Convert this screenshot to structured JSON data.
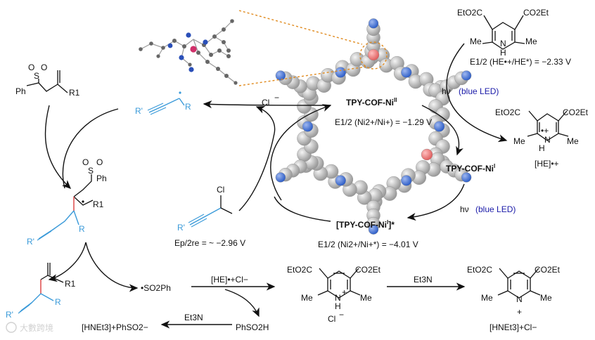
{
  "annotations": {
    "he_potential": "E1/2 (HE•+/HE*) = −2.33 V",
    "hv_top": "hν",
    "blue_led_top": "(blue LED)",
    "hv_bottom": "hν",
    "blue_led_bottom": "(blue LED)",
    "cof_ni2": "TPY-COF-Ni",
    "cof_ni2_sup": "II",
    "ni2_potential": "E1/2 (Ni2+/Ni+) = −1.29 V",
    "cof_ni1": "TPY-COF-Ni",
    "cof_ni1_sup": "I",
    "cof_ni1_excited": "[TPY-COF-Ni",
    "cof_ni1_excited_sup": "I",
    "cof_ni1_excited_tail": "]*",
    "ni_excited_potential": "E1/2 (Ni2+/Ni+*) = −4.01 V",
    "ep2_potential": "Ep/2re = ~ −2.96 V",
    "chloride": "Cl",
    "he_radical_cation": "[HE]•+",
    "so2ph_radical": "•SO2Ph",
    "he_cl_salt": "[HE]•+Cl−",
    "et3n_right": "Et3N",
    "et3n_bottom": "Et3N",
    "phso2h": "PhSO2H",
    "hnet3_sulfinate": "[HNEt3]+PhSO2−",
    "plus": "+",
    "hnet3_cl": "[HNEt3]+Cl−",
    "cl_counterion": "Cl",
    "watermark": "大數跨境"
  },
  "atoms": {
    "eto2c": "EtO2C",
    "co2et": "CO2Et",
    "me": "Me",
    "nh": "N",
    "h": "H",
    "ph": "Ph",
    "s": "S",
    "o": "O",
    "r": "R",
    "r1": "R1",
    "rprime": "R'",
    "cl": "Cl"
  },
  "colors": {
    "alkyne_blue": "#3a9ad9",
    "new_bond_red": "#e05555",
    "led_blue": "#1a1aa8",
    "orange_dash": "#e08a1e",
    "carbon_sphere": "#c8c8c8",
    "nitrogen_sphere": "#4a7ad8",
    "nickel_sphere": "#f08080"
  }
}
